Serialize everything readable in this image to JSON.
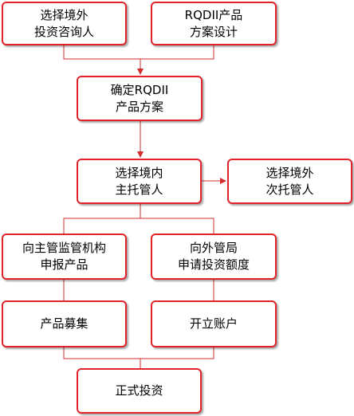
{
  "flowchart": {
    "nodes": {
      "select_overseas_advisor": [
        "选择境外",
        "投资咨询人"
      ],
      "rqdii_product_design": [
        "RQDII产品",
        "方案设计"
      ],
      "determine_rqdii_scheme": [
        "确定RQDII",
        "产品方案"
      ],
      "select_domestic_custodian": [
        "选择境内",
        "主托管人"
      ],
      "select_overseas_subcustodian": [
        "选择境外",
        "次托管人"
      ],
      "report_to_regulator": [
        "向主管监管机构",
        "申报产品"
      ],
      "apply_fx_quota": [
        "向外管局",
        "申请投资额度"
      ],
      "product_fundraising": [
        "产品募集"
      ],
      "open_account": [
        "开立账户"
      ],
      "formal_investment": [
        "正式投资"
      ]
    },
    "colors": {
      "border": "#e0242a",
      "connector": "#d22c2c",
      "text": "#000000"
    }
  }
}
